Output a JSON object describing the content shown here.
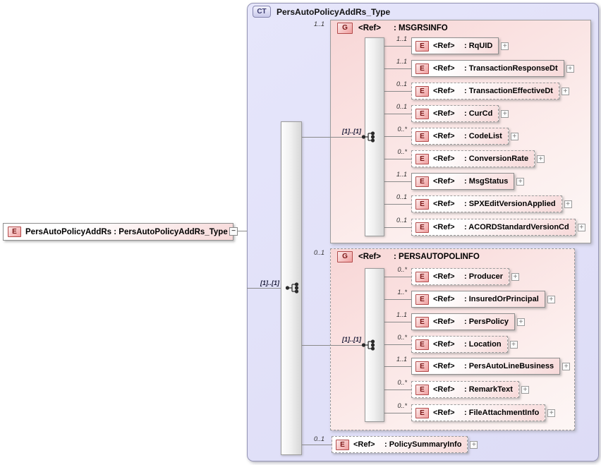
{
  "complex_type": {
    "badge": "CT",
    "title": "PersAutoPolicyAddRs_Type"
  },
  "root_element": {
    "badge": "E",
    "label": "PersAutoPolicyAddRs : PersAutoPolicyAddRs_Type",
    "collapse_glyph": "−"
  },
  "outer_model_occurrence": "[1]..[1]",
  "expand_glyph": "+",
  "groups": [
    {
      "badge": "G",
      "cardinality": "1..1",
      "optional": false,
      "name": "<Ref>",
      "type": ": MSGRSINFO",
      "model_occurrence": "[1]..[1]",
      "children": [
        {
          "cardinality": "1..1",
          "optional": false,
          "badge": "E",
          "name": "<Ref>",
          "type": ": RqUID"
        },
        {
          "cardinality": "1..1",
          "optional": false,
          "badge": "E",
          "name": "<Ref>",
          "type": ": TransactionResponseDt"
        },
        {
          "cardinality": "0..1",
          "optional": true,
          "badge": "E",
          "name": "<Ref>",
          "type": ": TransactionEffectiveDt"
        },
        {
          "cardinality": "0..1",
          "optional": true,
          "badge": "E",
          "name": "<Ref>",
          "type": ": CurCd"
        },
        {
          "cardinality": "0..*",
          "optional": true,
          "badge": "E",
          "name": "<Ref>",
          "type": ": CodeList"
        },
        {
          "cardinality": "0..*",
          "optional": true,
          "badge": "E",
          "name": "<Ref>",
          "type": ": ConversionRate"
        },
        {
          "cardinality": "1..1",
          "optional": false,
          "badge": "E",
          "name": "<Ref>",
          "type": ": MsgStatus"
        },
        {
          "cardinality": "0..1",
          "optional": true,
          "badge": "E",
          "name": "<Ref>",
          "type": ": SPXEditVersionApplied"
        },
        {
          "cardinality": "0..1",
          "optional": true,
          "badge": "E",
          "name": "<Ref>",
          "type": ": ACORDStandardVersionCd"
        }
      ]
    },
    {
      "badge": "G",
      "cardinality": "0..1",
      "optional": true,
      "name": "<Ref>",
      "type": ": PERSAUTOPOLINFO",
      "model_occurrence": "[1]..[1]",
      "children": [
        {
          "cardinality": "0..*",
          "optional": true,
          "badge": "E",
          "name": "<Ref>",
          "type": ": Producer"
        },
        {
          "cardinality": "1..*",
          "optional": false,
          "badge": "E",
          "name": "<Ref>",
          "type": ": InsuredOrPrincipal"
        },
        {
          "cardinality": "1..1",
          "optional": false,
          "badge": "E",
          "name": "<Ref>",
          "type": ": PersPolicy"
        },
        {
          "cardinality": "0..*",
          "optional": true,
          "badge": "E",
          "name": "<Ref>",
          "type": ": Location"
        },
        {
          "cardinality": "1..1",
          "optional": false,
          "badge": "E",
          "name": "<Ref>",
          "type": ": PersAutoLineBusiness"
        },
        {
          "cardinality": "0..*",
          "optional": true,
          "badge": "E",
          "name": "<Ref>",
          "type": ": RemarkText"
        },
        {
          "cardinality": "0..*",
          "optional": true,
          "badge": "E",
          "name": "<Ref>",
          "type": ": FileAttachmentInfo"
        }
      ]
    }
  ],
  "footer_element": {
    "cardinality": "0..1",
    "optional": true,
    "badge": "E",
    "name": "<Ref>",
    "type": ": PolicySummaryInfo"
  },
  "colors": {
    "container_fill": "#e2e2f8",
    "container_border": "#9595b5",
    "group_fill": "#f8d6d6",
    "element_border_red": "#b24a4a",
    "element_text_red": "#7c1616",
    "connector": "#8a8a8a"
  }
}
